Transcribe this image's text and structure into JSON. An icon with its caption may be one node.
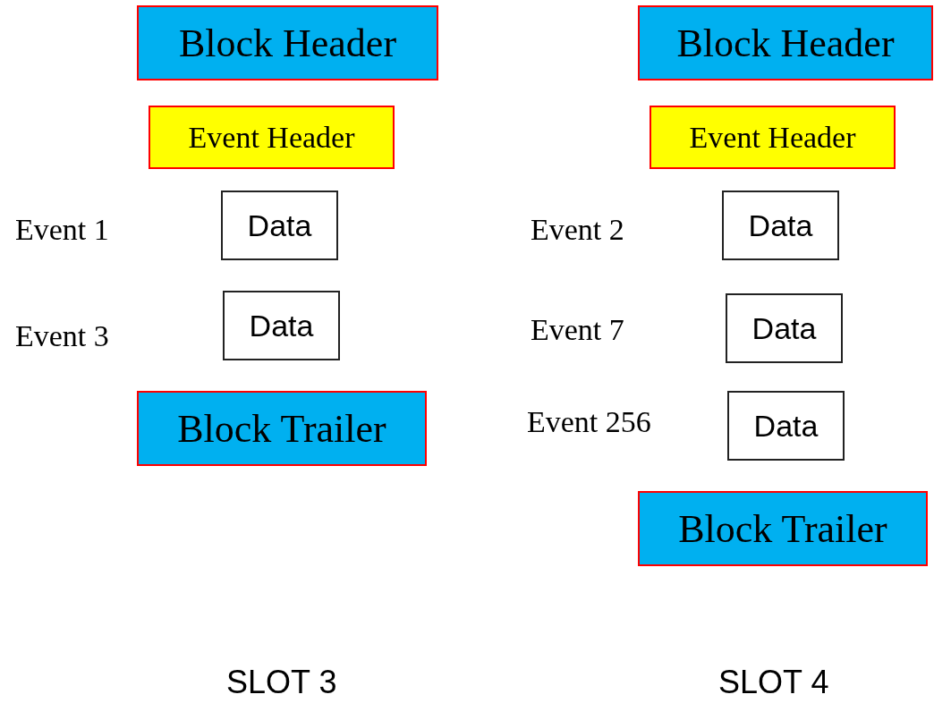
{
  "diagram": {
    "nodes": [
      {
        "text": [
          "Block Header"
        ]
      },
      {
        "text": [
          "Event Header"
        ]
      },
      {
        "text": [
          "Data"
        ]
      },
      {
        "text": [
          "Data"
        ]
      },
      {
        "text": [
          "Block Trailer"
        ]
      },
      {
        "text": [
          "Block Header"
        ]
      },
      {
        "text": [
          "Event Header"
        ]
      },
      {
        "text": [
          "Data"
        ]
      },
      {
        "text": [
          "Data"
        ]
      },
      {
        "text": [
          "Data"
        ]
      },
      {
        "text": [
          "Block Trailer"
        ]
      }
    ],
    "labels": [
      "Event 1",
      "Event 2",
      "Event 3",
      "Event 7",
      "Event 256",
      "SLOT 3",
      "SLOT 4"
    ]
  }
}
